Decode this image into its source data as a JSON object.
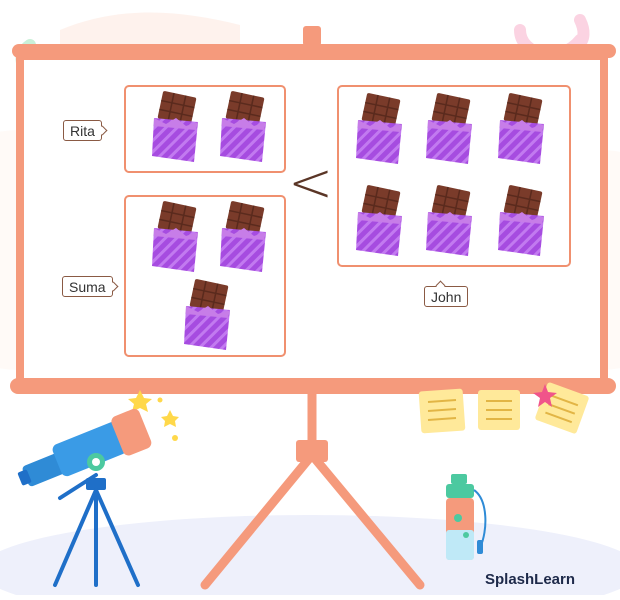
{
  "scene": {
    "compare_symbol": "<",
    "brand": "SplashLearn",
    "groups": [
      {
        "label": "Rita",
        "count": 2
      },
      {
        "label": "Suma",
        "count": 3
      },
      {
        "label": "John",
        "count": 6
      }
    ]
  },
  "colors": {
    "frame": "#f59a7c",
    "box_border": "#f0906f",
    "chocolate": "#7a3b2a",
    "wrapper": "#a64ce0",
    "sticky_note": "#ffe99a",
    "telescope": "#2f8bd6",
    "tripod": "#1f6fc8"
  },
  "icons": [
    "chocolate-bar-icon",
    "telescope-icon",
    "water-bottle-icon",
    "sticky-note-icon",
    "star-icon"
  ]
}
